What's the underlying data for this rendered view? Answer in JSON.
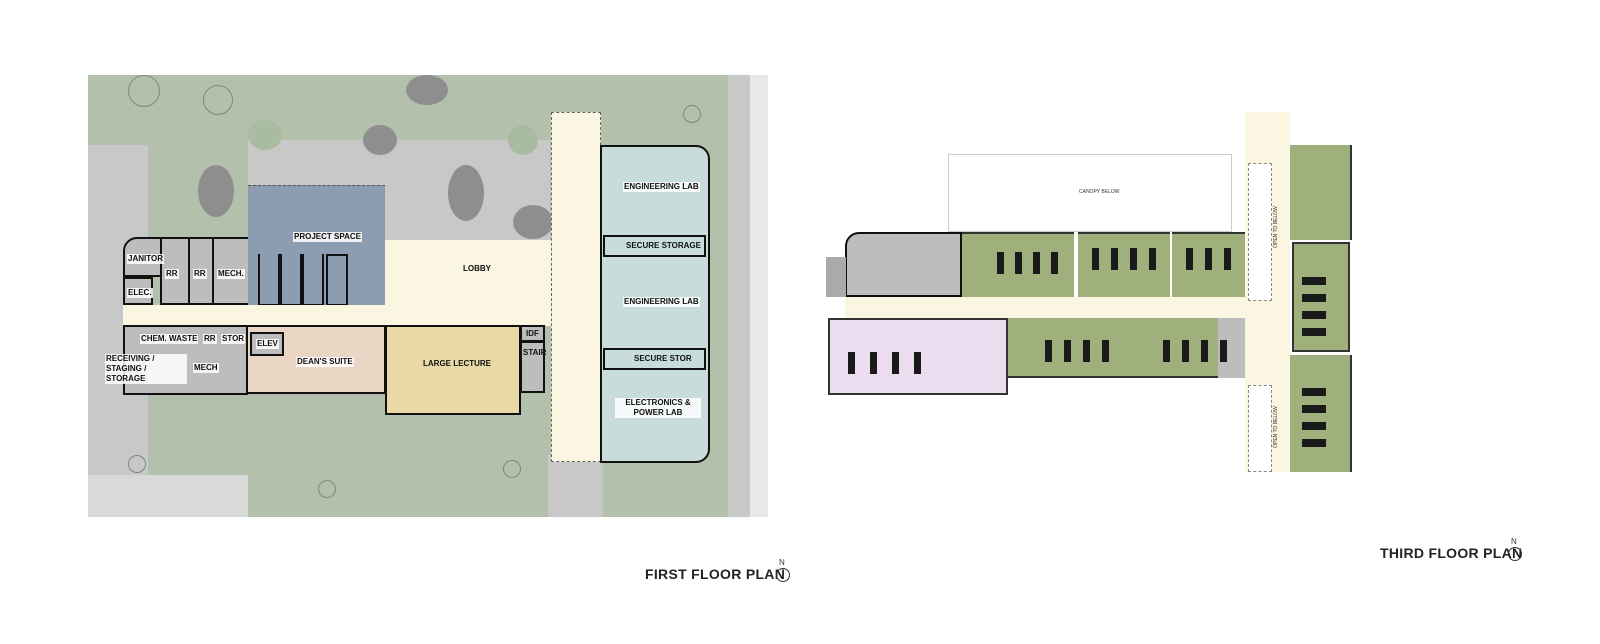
{
  "first_floor": {
    "title": "FIRST FLOOR PLAN",
    "rooms": {
      "janitor": "JANITOR",
      "elec": "ELEC.",
      "rr1": "RR",
      "rr2": "RR",
      "mech_top": "MECH.",
      "project_space": "PROJECT SPACE",
      "lobby": "LOBBY",
      "engineering_lab_1": "ENGINEERING LAB",
      "secure_storage": "SECURE STORAGE",
      "engineering_lab_2": "ENGINEERING LAB",
      "secure_stor": "SECURE STOR",
      "electronics_lab": "ELECTRONICS & POWER LAB",
      "chem_waste": "CHEM. WASTE",
      "rr3": "RR",
      "stor": "STOR",
      "elev": "ELEV",
      "receiving": "RECEIVING / STAGING / STORAGE",
      "mech_bottom": "MECH",
      "deans_suite": "DEAN'S SUITE",
      "large_lecture": "LARGE LECTURE",
      "idf": "IDF",
      "stair": "STAIR"
    },
    "colors": {
      "site_green": "#b3c0ab",
      "paving": "#c8c8c8",
      "project": "#8d9db1",
      "lobby": "#fbf6e1",
      "labs": "#c8dcdc",
      "lecture": "#e9d9a6",
      "deans": "#ead6c5",
      "service": "#bdbdbd"
    }
  },
  "third_floor": {
    "title": "THIRD FLOOR PLAN",
    "canopy": "CANOPY BELOW",
    "open_below_1": "OPEN TO BELOW",
    "open_below_2": "OPEN TO BELOW",
    "colors": {
      "labs": "#9fb07d",
      "offices": "#ecdcef",
      "corridor": "#fbf6e1",
      "service": "#bdbdbd"
    }
  },
  "north_label": "N"
}
